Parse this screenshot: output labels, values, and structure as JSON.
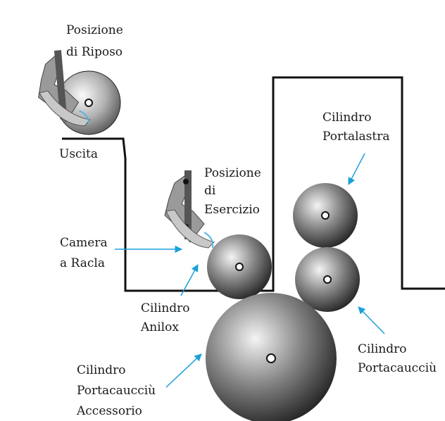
{
  "labels": {
    "posizione_riposo": [
      "Posizione",
      "di Riposo"
    ],
    "uscita": "Uscita",
    "posizione_esercizio": [
      "Posizione",
      "di",
      "Esercizio"
    ],
    "cilindro_portalastra": [
      "Cilindro",
      "Portalastra"
    ],
    "camera_a_racla": [
      "Camera",
      "a Racla"
    ],
    "cilindro_anilox": [
      "Cilindro",
      "Anilox"
    ],
    "cilindro_portacaucciu": [
      "Cilindro",
      "Portacaucciù"
    ],
    "cilindro_portacaucciu_accessorio": [
      "Cilindro",
      "Portacaucciù",
      "Accessorio"
    ]
  },
  "colors": {
    "leader_arrow": "#1aa0d8",
    "frame_line": "#111111",
    "blade_highlight": "#5ab4e6"
  }
}
